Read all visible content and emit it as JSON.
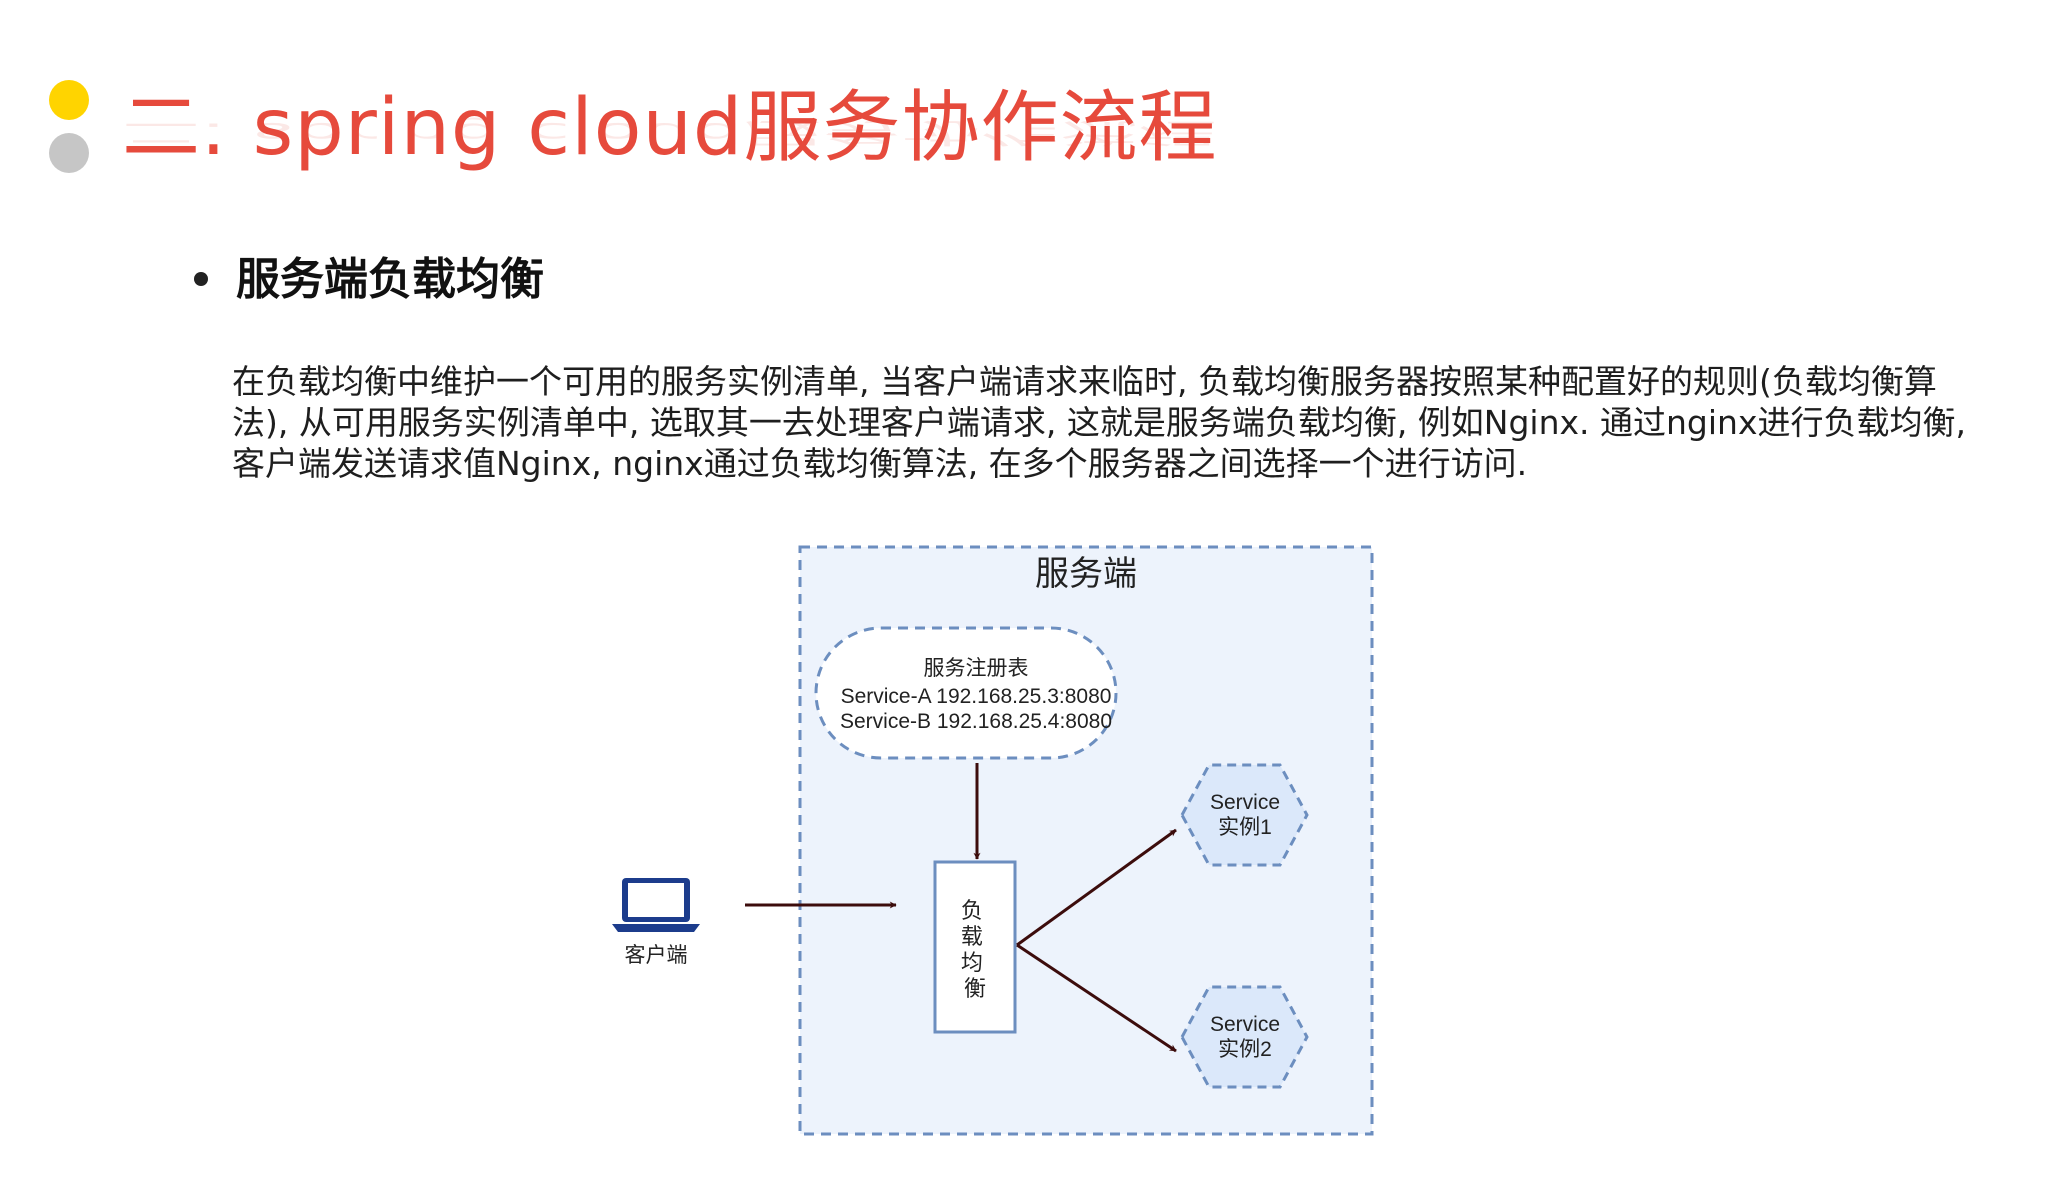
{
  "header": {
    "title": "二. spring cloud服务协作流程"
  },
  "section": {
    "heading": "服务端负载均衡",
    "paragraph": "在负载均衡中维护一个可用的服务实例清单, 当客户端请求来临时, 负载均衡服务器按照某种配置好的规则(负载均衡算法), 从可用服务实例清单中, 选取其一去处理客户端请求, 这就是服务端负载均衡, 例如Nginx. 通过nginx进行负载均衡, 客户端发送请求值Nginx, nginx通过负载均衡算法, 在多个服务器之间选择一个进行访问."
  },
  "diagram": {
    "server_title": "服务端",
    "registry": {
      "title": "服务注册表",
      "line1": "Service-A 192.168.25.3:8080",
      "line2": "Service-B 192.168.25.4:8080"
    },
    "load_balancer_label": "负载均衡",
    "client_label": "客户端",
    "instance1": {
      "line1": "Service",
      "line2": "实例1"
    },
    "instance2": {
      "line1": "Service",
      "line2": "实例2"
    }
  },
  "colors": {
    "title": "#e64a3c",
    "accent_yellow": "#ffd400",
    "accent_gray": "#c6c6c6",
    "server_fill": "#edf3fc",
    "dashed_border": "#6c8ebf",
    "hexagon_fill": "#dbe8fa",
    "arrow": "#3c0c0c",
    "laptop": "#1c3c8c"
  }
}
